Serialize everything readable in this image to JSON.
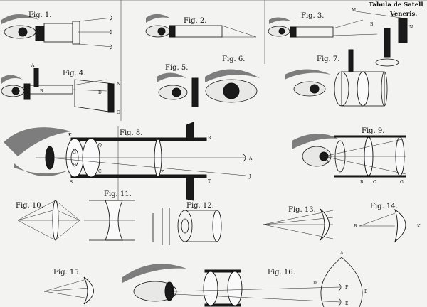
{
  "title": {
    "line1": "Tabula de Satell",
    "line2": "Veneris."
  },
  "figures": [
    {
      "label": "Fig. 1."
    },
    {
      "label": "Fig. 2."
    },
    {
      "label": "Fig. 3."
    },
    {
      "label": "Fig. 4."
    },
    {
      "label": "Fig. 5."
    },
    {
      "label": "Fig. 6."
    },
    {
      "label": "Fig. 7."
    },
    {
      "label": "Fig. 8."
    },
    {
      "label": "Fig. 9."
    },
    {
      "label": "Fig. 10."
    },
    {
      "label": "Fig. 11."
    },
    {
      "label": "Fig. 12."
    },
    {
      "label": "Fig. 13."
    },
    {
      "label": "Fig. 14."
    },
    {
      "label": "Fig. 15."
    },
    {
      "label": "Fig. 16."
    }
  ],
  "letters": {
    "fig8": [
      "K",
      "R",
      "T",
      "A",
      "J",
      "S",
      "Z",
      "G",
      "H",
      "Q",
      "C"
    ],
    "fig3": [
      "M",
      "N",
      "B"
    ],
    "fig4": [
      "A",
      "B",
      "D",
      "N",
      "O"
    ],
    "fig9": [
      "A",
      "B",
      "C",
      "G"
    ],
    "fig14": [
      "B",
      "K"
    ],
    "fig16": [
      "A",
      "B",
      "F",
      "E",
      "D"
    ]
  }
}
